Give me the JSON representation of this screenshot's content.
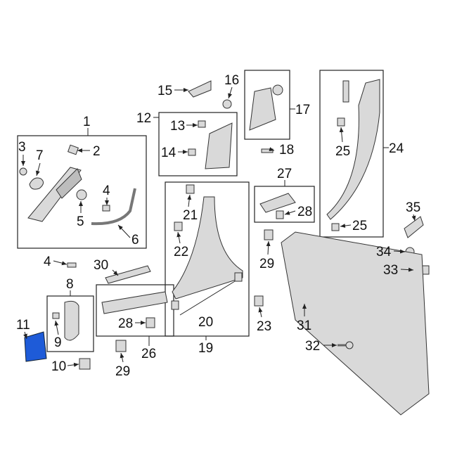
{
  "diagram": {
    "title": "Interior trim parts diagram",
    "callouts": [
      "1",
      "2",
      "3",
      "7",
      "4",
      "5",
      "6",
      "4",
      "30",
      "8",
      "9",
      "11",
      "10",
      "28",
      "26",
      "29",
      "15",
      "16",
      "12",
      "13",
      "14",
      "17",
      "18",
      "21",
      "22",
      "20",
      "19",
      "27",
      "28",
      "29",
      "23",
      "24",
      "25",
      "25",
      "35",
      "34",
      "33",
      "31",
      "32"
    ],
    "highlight_color": "#1e5bd8"
  }
}
